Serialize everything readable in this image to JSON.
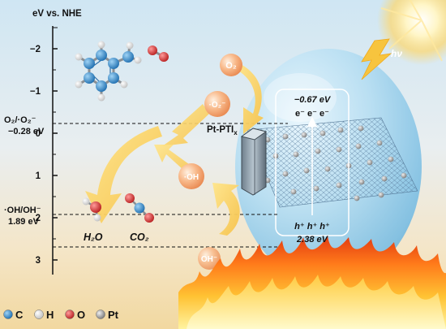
{
  "axis": {
    "title": "eV vs. NHE",
    "ticks": [
      "-2",
      "-1",
      "0",
      "1",
      "2",
      "3"
    ]
  },
  "potentials": {
    "o2": {
      "couple": "O₂/·O₂⁻",
      "value": "−0.28 eV"
    },
    "oh": {
      "couple": "·OH/OH⁻",
      "value": "1.89 eV"
    }
  },
  "species": {
    "o2": "O₂",
    "superoxide": "·O₂⁻",
    "hydroxyl": "·OH",
    "hydroxide": "OH⁻",
    "water": "H₂O",
    "carbon_dioxide": "CO₂",
    "light": "hν"
  },
  "catalyst": {
    "name": "Pt-PTI",
    "subscript": "x"
  },
  "bands": {
    "cb_value": "−0.67 eV",
    "electrons": "e⁻ e⁻ e⁻",
    "holes": "h⁺ h⁺ h⁺",
    "vb_value": "2.38 eV"
  },
  "legend": [
    {
      "symbol": "C",
      "color": "#2c82c9"
    },
    {
      "symbol": "H",
      "color": "#e8e8e8"
    },
    {
      "symbol": "O",
      "color": "#d43a3a"
    },
    {
      "symbol": "Pt",
      "color": "#8f8f8f"
    }
  ]
}
